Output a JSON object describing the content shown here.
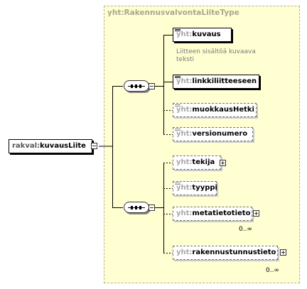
{
  "type": {
    "title": "yht:RakennusvalvontaLiiteType"
  },
  "root": {
    "prefix": "rakval:",
    "name": "kuvausLiite"
  },
  "group1": [
    {
      "prefix": "yht:",
      "name": "kuvaus",
      "optional": false,
      "doc": "Liitteen sisältöä  kuvaava teksti"
    },
    {
      "prefix": "yht:",
      "name": "linkkiliitteeseen",
      "optional": false
    },
    {
      "prefix": "yht:",
      "name": "muokkausHetki",
      "optional": true
    },
    {
      "prefix": "yht:",
      "name": "versionumero",
      "optional": true
    }
  ],
  "group2": [
    {
      "prefix": "yht:",
      "name": "tekija",
      "optional": true,
      "expandable": true
    },
    {
      "prefix": "yht:",
      "name": "tyyppi",
      "optional": true
    },
    {
      "prefix": "yht:",
      "name": "metatietotieto",
      "optional": true,
      "expandable": true,
      "occurs": "0..∞"
    },
    {
      "prefix": "yht:",
      "name": "rakennustunnustieto",
      "optional": true,
      "expandable": true,
      "occurs": "0..∞"
    }
  ]
}
